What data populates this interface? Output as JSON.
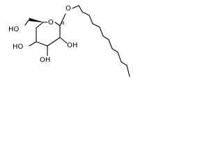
{
  "molecule": {
    "labels": {
      "ch2oh": "HO",
      "ring_oxygen": "O",
      "anomeric_oxygen": "O",
      "anomeric_stereo": "α",
      "c4_oh": "HO",
      "c3_oh": "OH",
      "c2_oh": "OH"
    },
    "colors": {
      "bond": "#000000",
      "text": "#000000",
      "background": "#ffffff"
    }
  }
}
